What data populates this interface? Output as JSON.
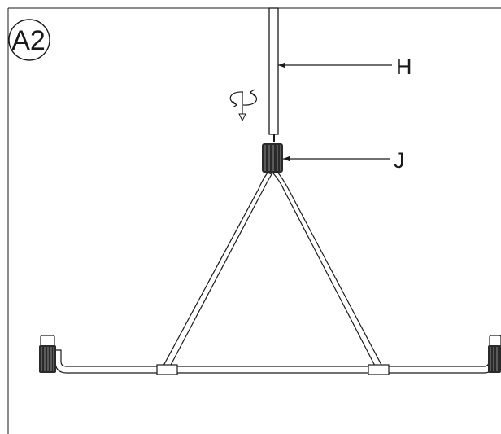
{
  "step": {
    "label": "A2"
  },
  "callouts": [
    {
      "letter": "H",
      "target": "hanging-rod"
    },
    {
      "letter": "J",
      "target": "threaded-nut"
    }
  ],
  "icons": {
    "rotate": "rotate-arrow-icon",
    "direction": "down-arrow-icon"
  },
  "colors": {
    "line": "#1a1a1a",
    "background": "#ffffff",
    "fill": "#ffffff"
  }
}
